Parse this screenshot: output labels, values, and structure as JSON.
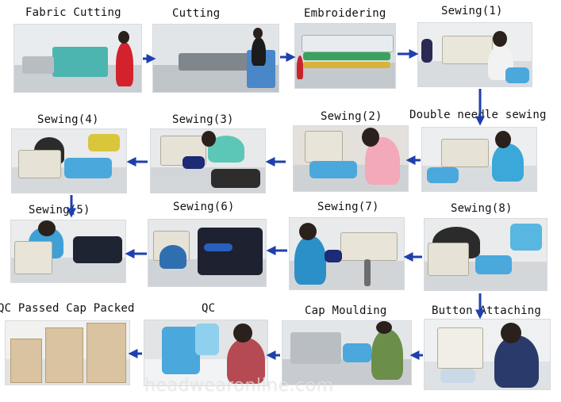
{
  "steps": [
    {
      "label": "Fabric Cutting"
    },
    {
      "label": "Cutting"
    },
    {
      "label": "Embroidering"
    },
    {
      "label": "Sewing(1)"
    },
    {
      "label": "Double needle sewing"
    },
    {
      "label": "Sewing(2)"
    },
    {
      "label": "Sewing(3)"
    },
    {
      "label": "Sewing(4)"
    },
    {
      "label": "Sewing(5)"
    },
    {
      "label": "Sewing(6)"
    },
    {
      "label": "Sewing(7)"
    },
    {
      "label": "Sewing(8)"
    },
    {
      "label": "Button Attaching"
    },
    {
      "label": "Cap Moulding"
    },
    {
      "label": "QC"
    },
    {
      "label": "QC Passed Cap Packed"
    }
  ],
  "watermark": "headwearonline.com",
  "colors": {
    "arrow": "#1e3fae",
    "fabric": "#4aa8dc",
    "photo_bg": "#e6e8ea"
  }
}
